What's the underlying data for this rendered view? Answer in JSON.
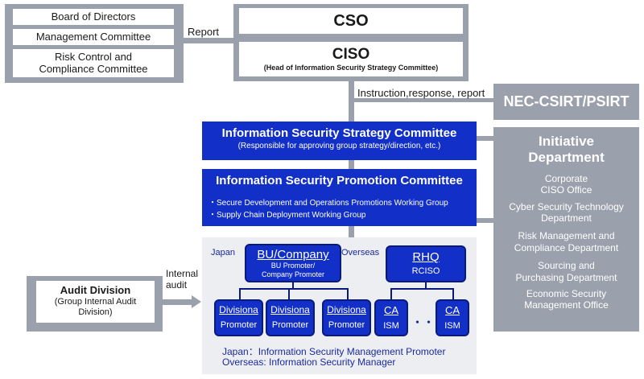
{
  "top_left": {
    "items": [
      "Board of Directors",
      "Management Committee",
      "Risk Control and\nCompliance Committee"
    ]
  },
  "report_label": "Report",
  "cso": {
    "title": "CSO"
  },
  "ciso": {
    "title": "CISO",
    "subtitle": "(Head of Information Security Strategy Committee)"
  },
  "instruction_label": "Instruction,response, report",
  "csirt": {
    "title": "NEC-CSIRT/PSIRT"
  },
  "strategy_committee": {
    "title": "Information Security Strategy Committee",
    "subtitle": "(Responsible for approving group strategy/direction, etc.)"
  },
  "promotion_committee": {
    "title": "Information Security Promotion Committee",
    "bullets": [
      "・Secure Development and Operations Promotions Working Group",
      "・Supply Chain Deployment Working Group"
    ]
  },
  "initiative": {
    "title": "Initiative\nDepartment",
    "items": [
      "Corporate\nCISO Office",
      "Cyber Security Technology\nDepartment",
      "Risk Management and\nCompliance Department",
      "Sourcing and\nPurchasing Department",
      "Economic Security\nManagement Office"
    ]
  },
  "audit": {
    "title": "Audit Division",
    "subtitle": "(Group Internal Audit\nDivision)",
    "arrow_label": "Internal\naudit"
  },
  "org": {
    "japan_label": "Japan",
    "overseas_label": "Overseas",
    "bu": {
      "title": "BU/Company",
      "sub": "BU Promoter/\nCompany Promoter"
    },
    "rhq": {
      "title": "RHQ",
      "sub": "RCISO"
    },
    "divisions": [
      {
        "title": "Divisiona",
        "sub": "Promoter"
      },
      {
        "title": "Divisiona",
        "sub": "Promoter"
      },
      {
        "title": "Divisiona",
        "sub": "Promoter"
      }
    ],
    "cas": [
      {
        "title": "CA",
        "sub": "ISM"
      },
      {
        "title": "CA",
        "sub": "ISM"
      }
    ],
    "ellipsis": "・・",
    "footnote1": "Japan：Information Security Management Promoter",
    "footnote2": "Overseas: Information Security Manager"
  }
}
